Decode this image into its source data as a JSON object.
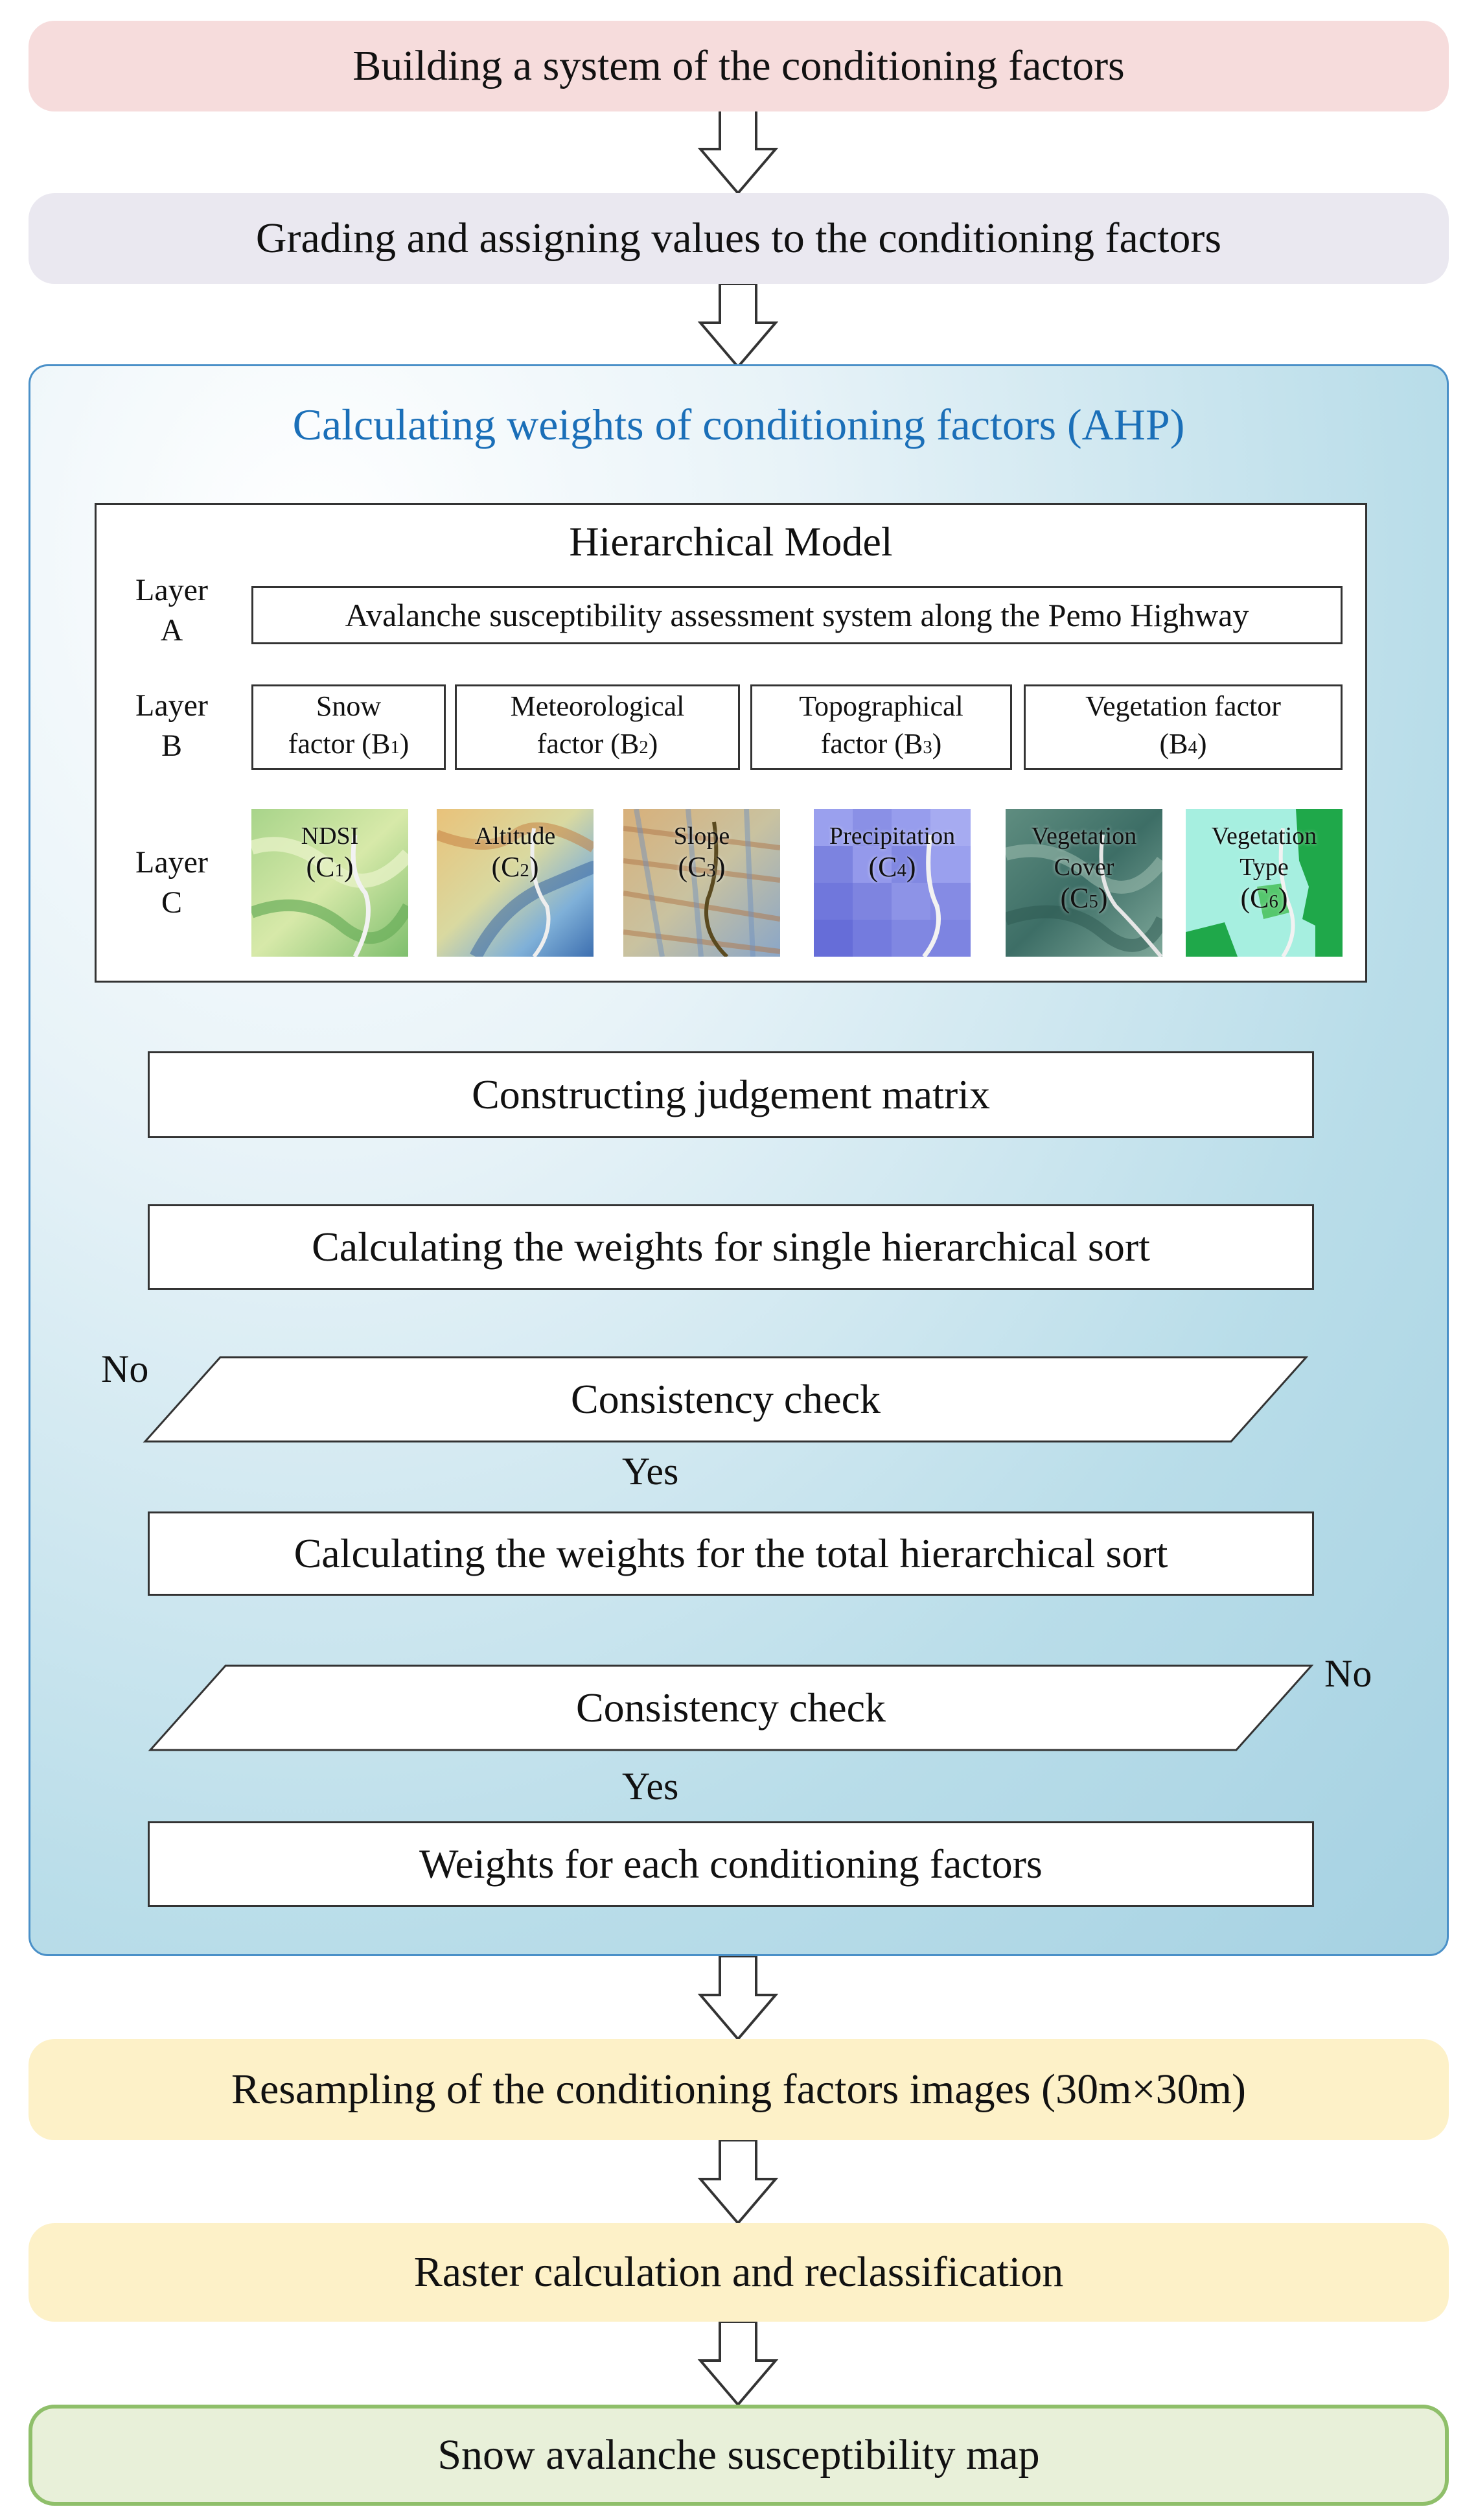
{
  "steps": {
    "step1": "Building a system of the conditioning factors",
    "step2": "Grading and assigning values to the conditioning factors",
    "step4": "Resampling of the conditioning factors images (30m×30m)",
    "step5": "Raster calculation and reclassification",
    "step6": "Snow avalanche susceptibility map"
  },
  "ahp": {
    "title": "Calculating weights of conditioning factors (AHP)",
    "model_title": "Hierarchical Model",
    "layer_a": {
      "label_line1": "Layer",
      "label_line2": "A",
      "box": "Avalanche susceptibility assessment system along the Pemo Highway"
    },
    "layer_b": {
      "label_line1": "Layer",
      "label_line2": "B",
      "items": [
        {
          "line1": "Snow",
          "line2_pre": "factor (B",
          "sub": "1",
          "line2_post": ")"
        },
        {
          "line1": "Meteorological",
          "line2_pre": "factor (B",
          "sub": "2",
          "line2_post": ")"
        },
        {
          "line1": "Topographical",
          "line2_pre": "factor (B",
          "sub": "3",
          "line2_post": ")"
        },
        {
          "line1": "Vegetation factor",
          "line2_pre": "(B",
          "sub": "4",
          "line2_post": ")"
        }
      ]
    },
    "layer_c": {
      "label_line1": "Layer",
      "label_line2": "C",
      "items": [
        {
          "name": "NDSI",
          "name2": "",
          "code_pre": "(C",
          "sub": "1",
          "code_post": ")"
        },
        {
          "name": "Altitude",
          "name2": "",
          "code_pre": "(C",
          "sub": "2",
          "code_post": ")"
        },
        {
          "name": "Slope",
          "name2": "",
          "code_pre": "(C",
          "sub": "3",
          "code_post": ")"
        },
        {
          "name": "Precipitation",
          "name2": "",
          "code_pre": "(C",
          "sub": "4",
          "code_post": ")"
        },
        {
          "name": "Vegetation",
          "name2": "Cover",
          "code_pre": "(C",
          "sub": "5",
          "code_post": ")"
        },
        {
          "name": "Vegetation",
          "name2": "Type",
          "code_pre": "(C",
          "sub": "6",
          "code_post": ")"
        }
      ]
    },
    "flow": {
      "judgement": "Constructing judgement matrix",
      "single_sort": "Calculating the weights for single hierarchical sort",
      "check1": "Consistency check",
      "total_sort": "Calculating the weights for the total hierarchical sort",
      "check2": "Consistency check",
      "weights": "Weights for each conditioning factors",
      "no": "No",
      "yes": "Yes"
    }
  },
  "colors": {
    "step1_fill": "#f6dcdc",
    "step2_fill": "#eae8f0",
    "step4_fill": "#fdf1c8",
    "step6_fill": "#e8f0d9",
    "step6_border": "#8fbf6a",
    "ahp_border": "#4a90c8",
    "ahp_title": "#1b6fb8"
  }
}
